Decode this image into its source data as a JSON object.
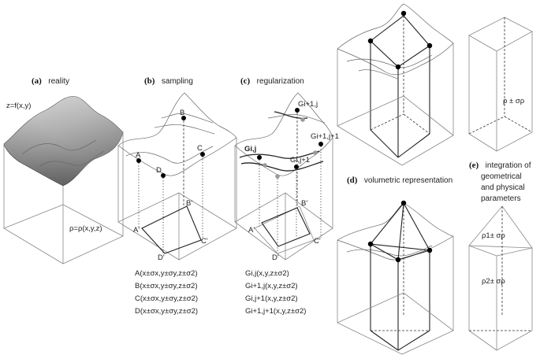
{
  "panel_a": {
    "letter": "(a)",
    "title": "reality",
    "surface_label": "z=f(x,y)",
    "density_label": "ρ=ρ(x,y,z)"
  },
  "panel_b": {
    "letter": "(b)",
    "title": "sampling",
    "points": [
      "A",
      "B",
      "C",
      "D"
    ],
    "projections": [
      "A'",
      "B'",
      "C'",
      "D'"
    ],
    "equations": [
      "A(x±σx,y±σy,z±σ2)",
      "B(x±σx,y±σy,z±σ2)",
      "C(x±σx,y±σy,z±σ2)",
      "D(x±σx,y±σy,z±σ2)"
    ]
  },
  "panel_c": {
    "letter": "(c)",
    "title": "regularization",
    "grid_labels": [
      "Gi+1,j",
      "Gi,j",
      "Gi+1,j+1",
      "Gi,j+1"
    ],
    "projections": [
      "A'",
      "B'",
      "C'",
      "D'"
    ],
    "equations": [
      "Gi,j(x,y,z±σ2)",
      "Gi+1,j(x,y,z±σ2)",
      "Gi,j+1(x,y,z±σ2)",
      "Gi+1,j+1(x,y,z±σ2)"
    ]
  },
  "panel_d": {
    "letter": "(d)",
    "title": "volumetric representation"
  },
  "panel_e": {
    "letter": "(e)",
    "title_lines": [
      "integration of",
      "geometrical",
      "and physical",
      "parameters"
    ],
    "prism_top_label": "ρ ± σρ",
    "layer1_label": "ρ1± σρ",
    "layer2_label": "ρ2± σρ"
  }
}
